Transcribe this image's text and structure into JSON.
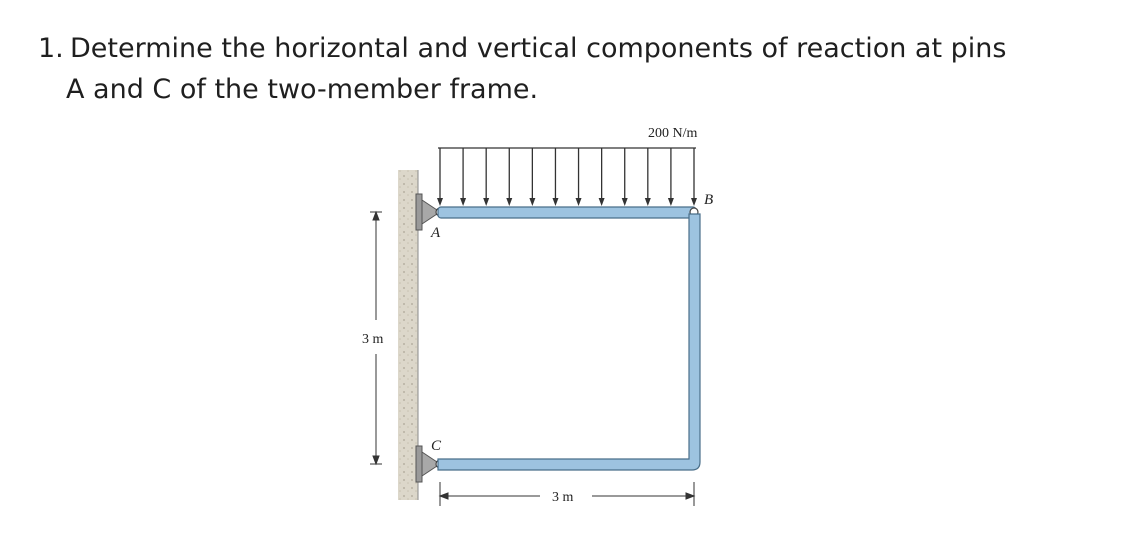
{
  "problem": {
    "number": "1.",
    "line1": "Determine the horizontal and vertical components of reaction at pins",
    "line2": "A and C of the two-member frame."
  },
  "figure": {
    "load_label": "200 N/m",
    "label_a": "A",
    "label_b": "B",
    "label_c": "C",
    "dim_vertical": "3 m",
    "dim_horizontal": "3 m",
    "colors": {
      "member_fill": "#9dc3e0",
      "member_stroke": "#4a6f8a",
      "wall": "#d9d4c7",
      "arrow": "#333333"
    }
  }
}
